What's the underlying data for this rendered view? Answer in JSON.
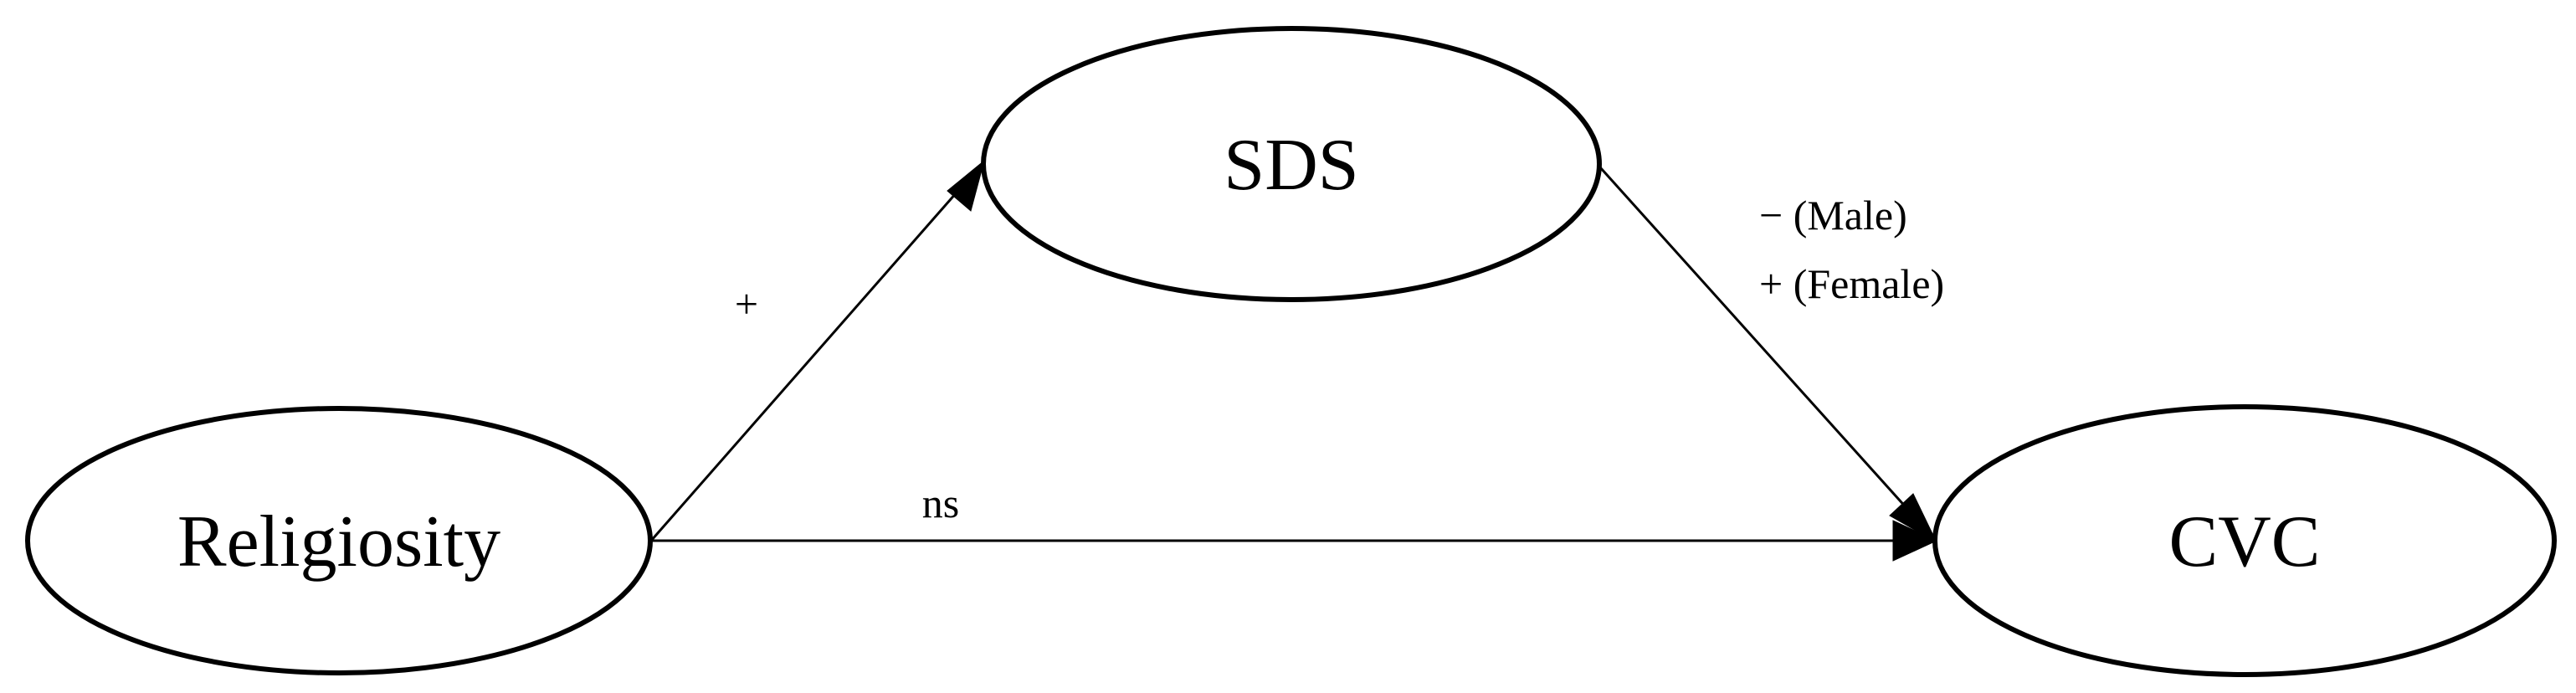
{
  "nodes": {
    "religiosity": {
      "label": "Religiosity"
    },
    "sds": {
      "label": "SDS"
    },
    "cvc": {
      "label": "CVC"
    }
  },
  "edges": {
    "religiosity_to_sds": {
      "label": "+"
    },
    "religiosity_to_cvc": {
      "label": "ns"
    },
    "sds_to_cvc": {
      "label_line1": "− (Male)",
      "label_line2": "+ (Female)"
    }
  }
}
